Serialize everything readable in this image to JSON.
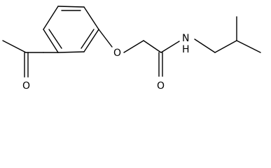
{
  "structure": {
    "atoms": {
      "ketone_oxygen": "O",
      "ether_oxygen": "O",
      "amide_oxygen": "O",
      "amide_nitrogen": "N",
      "amide_hydrogen": "H"
    }
  },
  "colors": {
    "bond": "#000000",
    "label": "#000000",
    "background": "#ffffff"
  }
}
